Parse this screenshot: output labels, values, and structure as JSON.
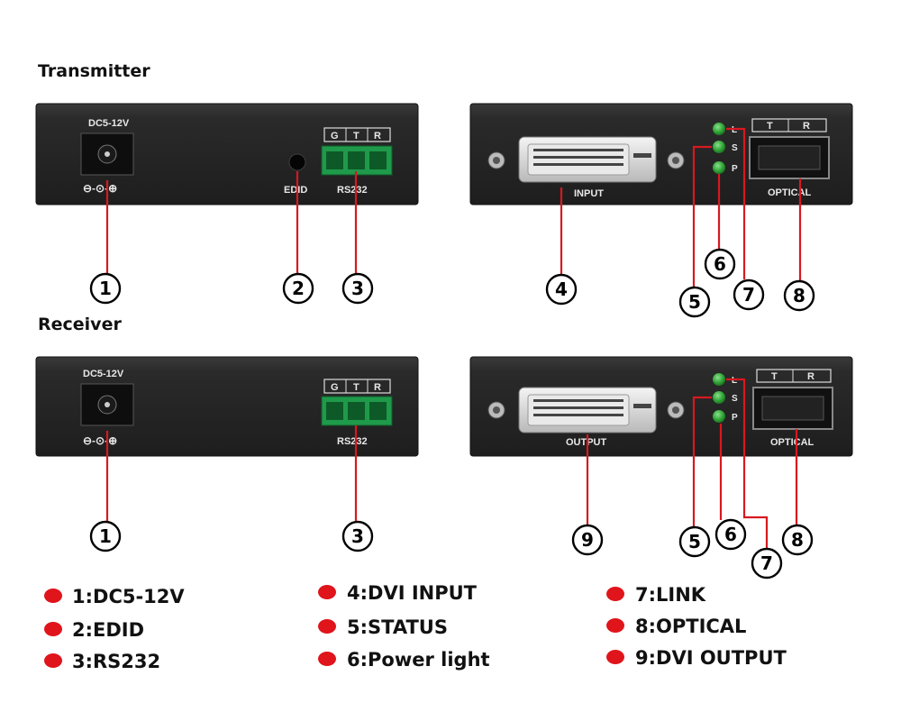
{
  "sections": {
    "transmitter": "Transmitter",
    "receiver": "Receiver"
  },
  "panel_labels": {
    "dc": "DC5-12V",
    "polarity": "⊖-⊙-⊕",
    "edid": "EDID",
    "rs232": "RS232",
    "g": "G",
    "t": "T",
    "r": "R",
    "input": "INPUT",
    "output": "OUTPUT",
    "optical": "OPTICAL",
    "led_l": "L",
    "led_s": "S",
    "led_p": "P"
  },
  "badges": [
    "1",
    "2",
    "3",
    "4",
    "5",
    "6",
    "7",
    "8",
    "9"
  ],
  "legend": [
    "1:DC5-12V",
    "2:EDID",
    "3:RS232",
    "4:DVI INPUT",
    "5:STATUS",
    "6:Power light",
    "7:LINK",
    "8:OPTICAL",
    "9:DVI OUTPUT"
  ],
  "colors": {
    "panel": "#262626",
    "callout": "#d71920",
    "led": "#2fa335",
    "terminal": "#1f9a4a"
  }
}
